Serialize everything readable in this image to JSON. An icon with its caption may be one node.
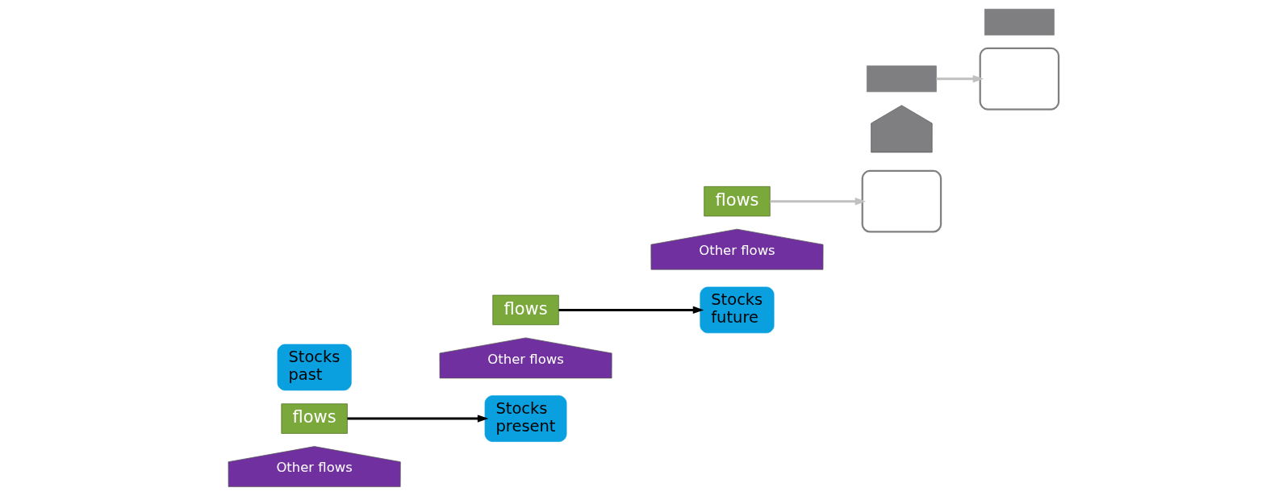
{
  "diagram": {
    "nodes": [
      {
        "text": [
          "Stocks",
          "past"
        ]
      },
      {
        "text": [
          "flows"
        ]
      },
      {
        "text": [
          "Other flows"
        ]
      },
      {
        "text": [
          "flows"
        ]
      },
      {
        "text": [
          "Stocks",
          "present"
        ]
      },
      {
        "text": [
          "Other flows"
        ]
      },
      {
        "text": [
          "Stocks",
          "future"
        ]
      },
      {
        "text": [
          "flows"
        ]
      },
      {
        "text": [
          "Other flows"
        ]
      },
      {
        "text": [],
        "shape": "box"
      },
      {
        "text": [],
        "shape": "box"
      },
      {
        "text": [],
        "shape": "arrow"
      },
      {
        "text": [],
        "shape": "box"
      },
      {
        "text": [],
        "shape": "box"
      }
    ],
    "edges": [
      {
        "from": 1,
        "to": 4,
        "arrow": "to"
      },
      {
        "from": 3,
        "to": 6,
        "arrow": "to"
      },
      {
        "from": 7,
        "to": 9,
        "arrow": "to",
        "color": "#c0c0c0"
      },
      {
        "from": 10,
        "to": 12,
        "arrow": "to",
        "color": "#c0c0c0"
      }
    ]
  }
}
